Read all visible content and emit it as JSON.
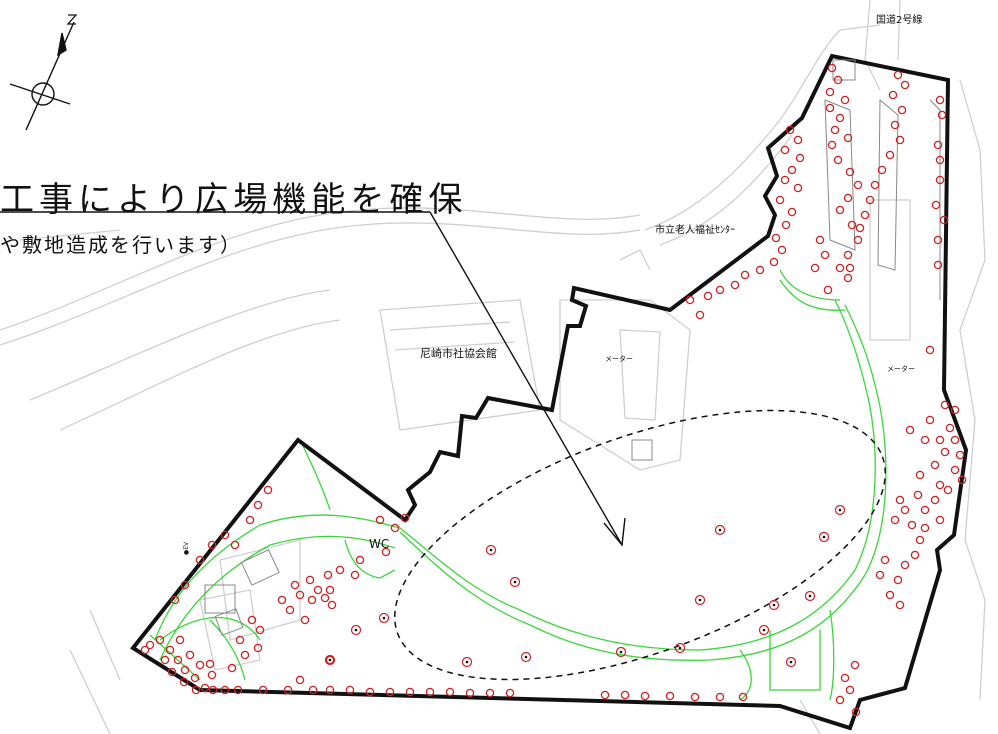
{
  "callout": {
    "title": "工事により広場機能を確保",
    "subtitle": "や敷地造成を行います）"
  },
  "labels": {
    "road": "国道2号線",
    "senior_center": "市立老人福祉ｾﾝﾀｰ",
    "welfare_hall": "尼崎市社協会館",
    "meter_1": "メーター",
    "meter_2": "メーター",
    "wc": "WC",
    "side_small": "●EV"
  },
  "icons": {
    "compass": "north-arrow-icon",
    "tree": "tree-circle-icon"
  },
  "colors": {
    "boundary": "#111111",
    "path": "#39d639",
    "tree": "#cc2222",
    "background_lines": "#cfcfcf"
  }
}
